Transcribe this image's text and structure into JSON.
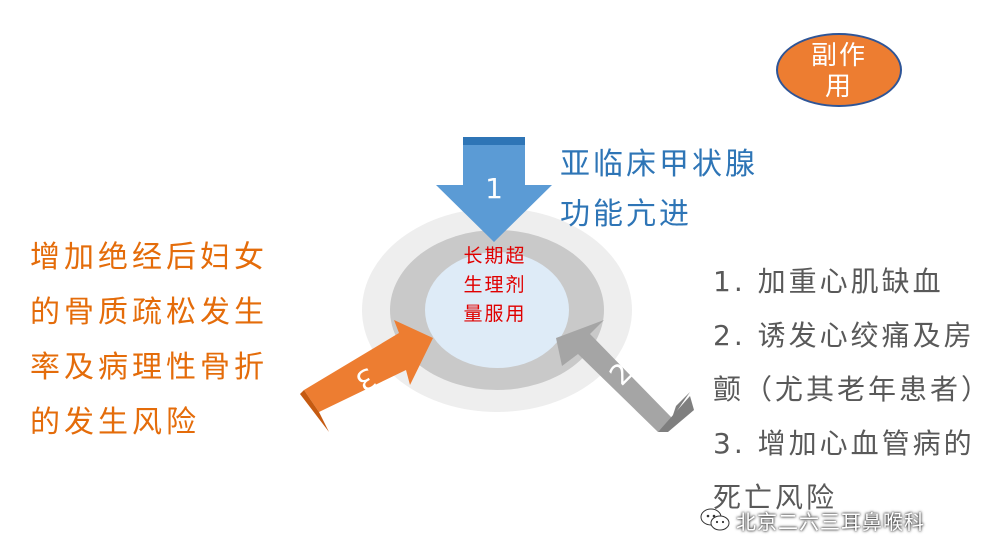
{
  "badge": {
    "label": "副作\n用"
  },
  "center": {
    "label": "长期超生理剂量服用"
  },
  "effects": [
    {
      "number": "1",
      "text": "亚临床甲状腺功能亢进",
      "color": "#5b9bd5"
    },
    {
      "number": "2",
      "text": "1. 加重心肌缺血\n2. 诱发心绞痛及房颤（尤其老年患者）\n3. 增加心血管病的死亡风险",
      "color": "#a5a5a5"
    },
    {
      "number": "3",
      "text": "增加绝经后妇女的骨质疏松发生率及病理性骨折的发生风险",
      "color": "#ed7d31"
    }
  ],
  "watermark": {
    "text": "北京二六三耳鼻喉科",
    "icon": "wechat-icon"
  }
}
